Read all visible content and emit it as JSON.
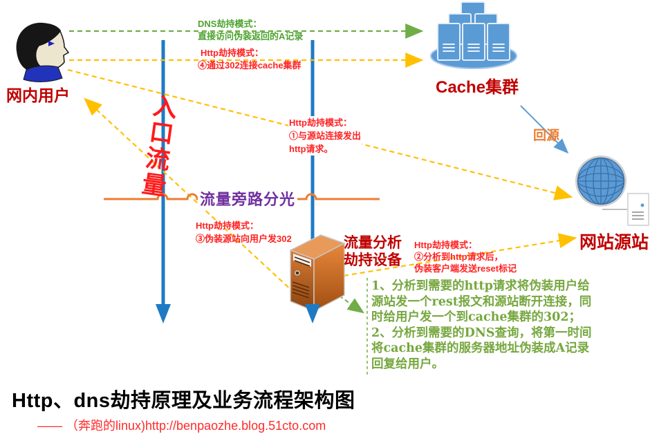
{
  "nodes": {
    "user_label": "网内用户",
    "cache_label": "Cache集群",
    "origin_label": "网站源站",
    "device_label_line1": "流量分析",
    "device_label_line2": "劫持设备"
  },
  "flow": {
    "entry_traffic": "入口流量",
    "bypass_split": "流量旁路分光",
    "back_to_origin": "回源"
  },
  "annotations": {
    "dns_hijack": {
      "title": "DNS劫持模式：",
      "desc": "直接访问伪装返回的A记录"
    },
    "http_hijack_4": {
      "title": "Http劫持模式：",
      "desc": "④通过302连接cache集群"
    },
    "http_hijack_1": {
      "title": "Http劫持模式：",
      "desc_line1": "①与源站连接发出",
      "desc_line2": "http请求。"
    },
    "http_hijack_3": {
      "title": "Http劫持模式：",
      "desc": "③伪装源站向用户发302"
    },
    "http_hijack_2": {
      "title": "Http劫持模式：",
      "desc_line1": "②分析到http请求后，",
      "desc_line2": "伪装客户端发送reset标记"
    },
    "note": "1、分析到需要的http请求将伪装用户给源站发一个rest报文和源站断开连接，同时给用户发一个到cache集群的302；\n2、分析到需要的DNS查询，将第一时间将cache集群的服务器地址伪装成A记录回复给用户。"
  },
  "footer": {
    "title": "Http、dns劫持原理及业务流程架构图",
    "credit": "—— （奔跑的linux)http://benpaozhe.blog.51cto.com"
  },
  "colors": {
    "node_label_red": "#C00000",
    "annotation_red": "#FF2222",
    "annotation_green": "#4CA32E",
    "note_green": "#76A73F",
    "orange_dash": "#FFC000",
    "orange_solid": "#ED7D31",
    "purple": "#7030A0",
    "blue_arrow": "#1F7AC4",
    "icon_blue": "#5B9BD5"
  }
}
